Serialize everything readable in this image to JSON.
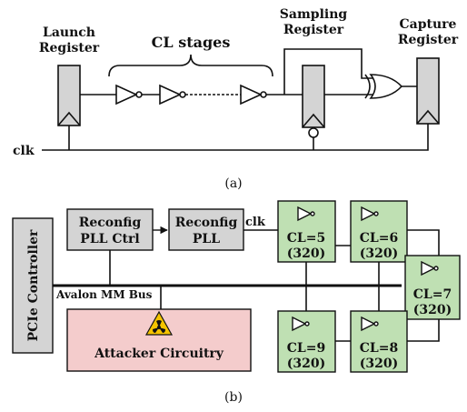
{
  "top": {
    "launch": [
      "Launch",
      "Register"
    ],
    "cl": "CL stages",
    "sampling": [
      "Sampling",
      "Register"
    ],
    "capture": [
      "Capture",
      "Register"
    ],
    "clk": "clk",
    "caption": "(a)"
  },
  "bottom": {
    "pcie": "PCIe Controller",
    "pll_ctrl": [
      "Reconfig",
      "PLL Ctrl"
    ],
    "pll": [
      "Reconfig",
      "PLL"
    ],
    "clk": "clk",
    "bus": "Avalon MM Bus",
    "attacker": "Attacker Circuitry",
    "cl5": [
      "CL=5",
      "(320)"
    ],
    "cl6": [
      "CL=6",
      "(320)"
    ],
    "cl7": [
      "CL=7",
      "(320)"
    ],
    "cl8": [
      "CL=8",
      "(320)"
    ],
    "cl9": [
      "CL=9",
      "(320)"
    ],
    "caption": "(b)"
  },
  "colors": {
    "gray_box": "#d4d4d4",
    "green_box": "#bfe0b3",
    "red_box": "#f4cccc",
    "hazard": "#f5c400"
  }
}
